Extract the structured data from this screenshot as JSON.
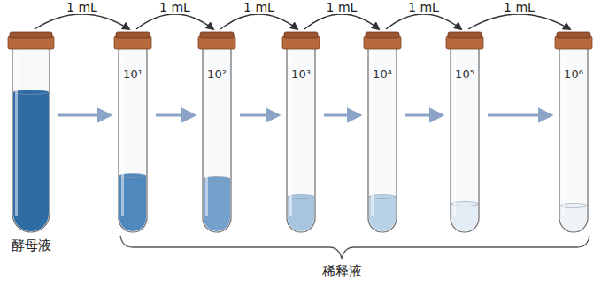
{
  "diagram": {
    "nodes": [
      {
        "text": [
          "酵母液"
        ]
      },
      {
        "text": [
          "10¹"
        ]
      },
      {
        "text": [
          "10²"
        ]
      },
      {
        "text": [
          "10³"
        ]
      },
      {
        "text": [
          "10⁴"
        ]
      },
      {
        "text": [
          "10⁵"
        ]
      },
      {
        "text": [
          "10⁶"
        ]
      }
    ],
    "edges": [
      {
        "from": 0,
        "to": 1,
        "label": "1 mL",
        "arrow": "to"
      },
      {
        "from": 1,
        "to": 2,
        "label": "1 mL",
        "arrow": "to"
      },
      {
        "from": 2,
        "to": 3,
        "label": "1 mL",
        "arrow": "to"
      },
      {
        "from": 3,
        "to": 4,
        "label": "1 mL",
        "arrow": "to"
      },
      {
        "from": 4,
        "to": 5,
        "label": "1 mL",
        "arrow": "to"
      },
      {
        "from": 5,
        "to": 6,
        "label": "1 mL",
        "arrow": "to"
      },
      {
        "from": 0,
        "to": 1,
        "arrow": "to"
      },
      {
        "from": 1,
        "to": 2,
        "arrow": "to"
      },
      {
        "from": 2,
        "to": 3,
        "arrow": "to"
      },
      {
        "from": 3,
        "to": 4,
        "arrow": "to"
      },
      {
        "from": 4,
        "to": 5,
        "arrow": "to"
      },
      {
        "from": 5,
        "to": 6,
        "arrow": "to"
      }
    ],
    "labels": [
      "稀释液"
    ]
  }
}
